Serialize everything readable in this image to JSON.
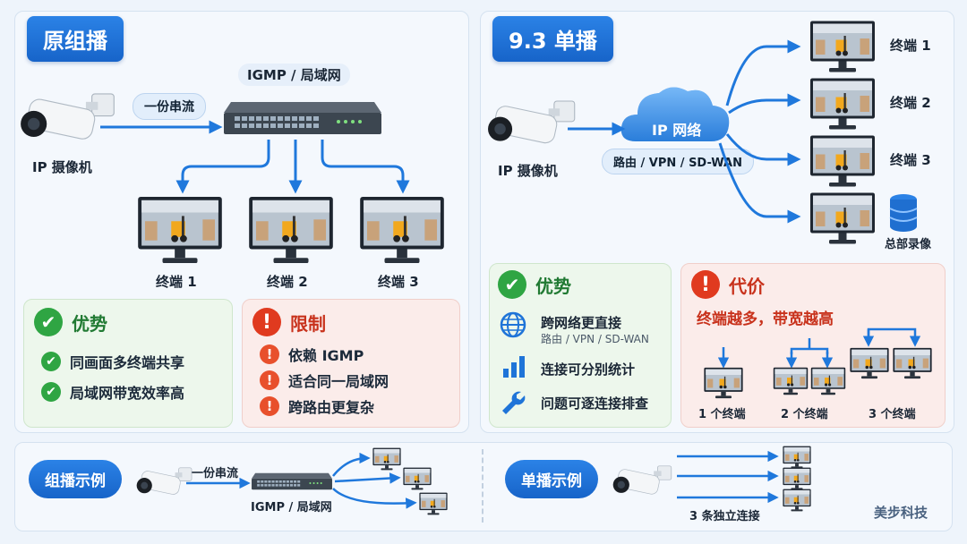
{
  "multicast": {
    "title": "原组播",
    "camera_label": "IP 摄像机",
    "stream_label": "一份串流",
    "switch_label": "IGMP / 局域网",
    "terminals": [
      "终端 1",
      "终端 2",
      "终端 3"
    ],
    "advantages": {
      "title": "优势",
      "items": [
        "同画面多终端共享",
        "局域网带宽效率高"
      ]
    },
    "limits": {
      "title": "限制",
      "items": [
        "依赖 IGMP",
        "适合同一局域网",
        "跨路由更复杂"
      ]
    }
  },
  "unicast": {
    "title": "9.3 单播",
    "camera_label": "IP 摄像机",
    "cloud_label": "IP 网络",
    "network_label": "路由 / VPN / SD-WAN",
    "terminals": [
      "终端 1",
      "终端 2",
      "终端 3"
    ],
    "hq_label": "总部录像",
    "advantages": {
      "title": "优势",
      "items": [
        {
          "icon": "globe-icon",
          "text": "跨网络更直接",
          "sub": "路由 / VPN / SD-WAN"
        },
        {
          "icon": "bar-chart-icon",
          "text": "连接可分别统计"
        },
        {
          "icon": "wrench-icon",
          "text": "问题可逐连接排查"
        }
      ]
    },
    "cost": {
      "title": "代价",
      "subtitle": "终端越多，带宽越高",
      "cases": [
        "1 个终端",
        "2 个终端",
        "3 个终端"
      ]
    }
  },
  "examples": {
    "multicast_label": "组播示例",
    "multicast_stream": "一份串流",
    "multicast_switch": "IGMP / 局域网",
    "unicast_label": "单播示例",
    "unicast_caption": "3 条独立连接",
    "brand": "美步科技"
  },
  "colors": {
    "accent": "#1f74d8",
    "green": "#2fa543",
    "red": "#e03a1f",
    "arrow": "#1f78dc"
  }
}
